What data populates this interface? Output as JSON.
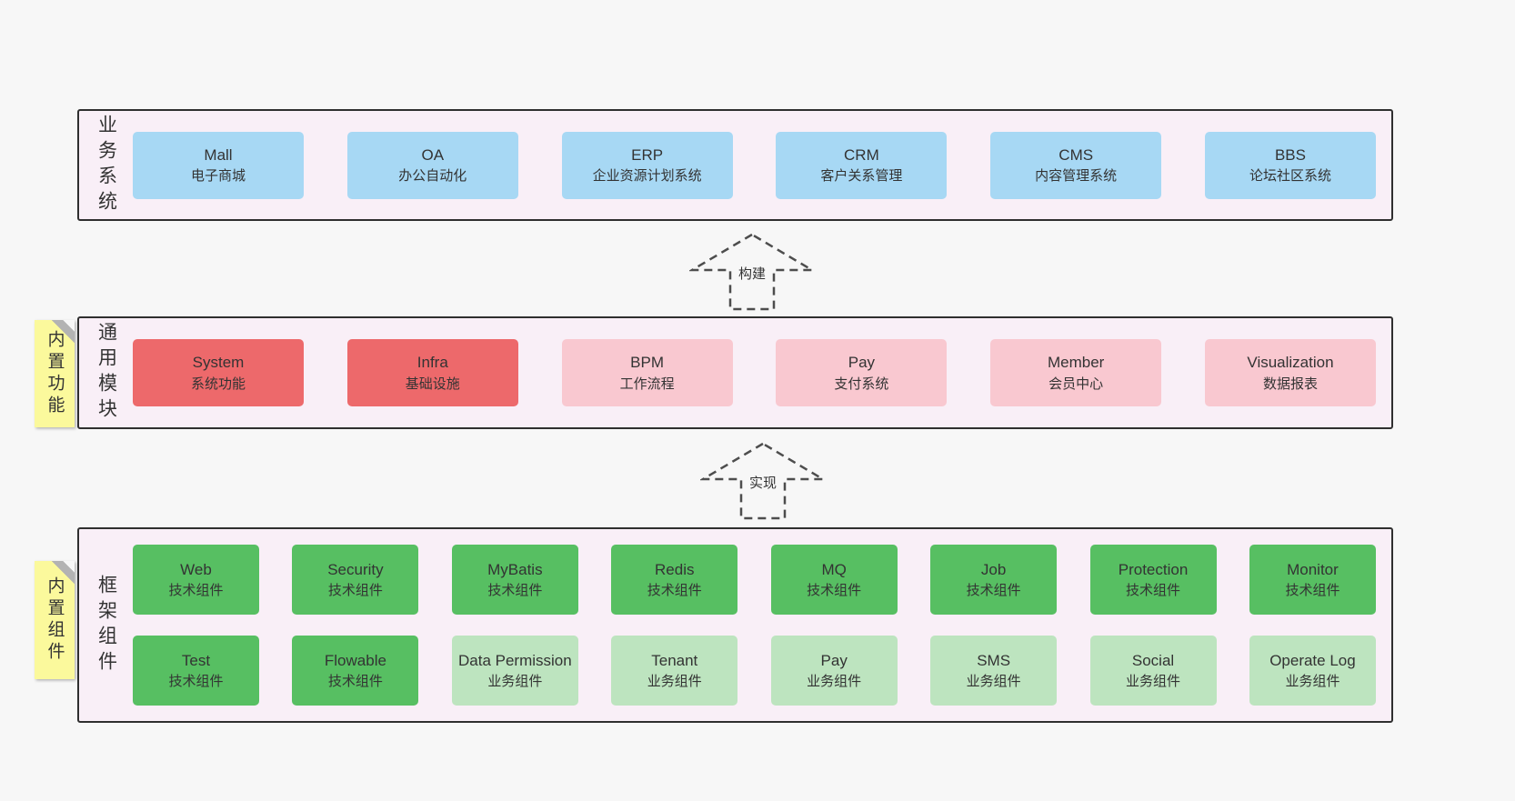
{
  "diagram": {
    "arrows": {
      "build": "构建",
      "implement": "实现"
    },
    "business": {
      "side_label": "业务系统",
      "items": [
        {
          "title": "Mall",
          "subtitle": "电子商城"
        },
        {
          "title": "OA",
          "subtitle": "办公自动化"
        },
        {
          "title": "ERP",
          "subtitle": "企业资源计划系统"
        },
        {
          "title": "CRM",
          "subtitle": "客户关系管理"
        },
        {
          "title": "CMS",
          "subtitle": "内容管理系统"
        },
        {
          "title": "BBS",
          "subtitle": "论坛社区系统"
        }
      ]
    },
    "modules": {
      "side_label": "通用模块",
      "sticky": "内置功能",
      "items": [
        {
          "title": "System",
          "subtitle": "系统功能"
        },
        {
          "title": "Infra",
          "subtitle": "基础设施"
        },
        {
          "title": "BPM",
          "subtitle": "工作流程"
        },
        {
          "title": "Pay",
          "subtitle": "支付系统"
        },
        {
          "title": "Member",
          "subtitle": "会员中心"
        },
        {
          "title": "Visualization",
          "subtitle": "数据报表"
        }
      ]
    },
    "components": {
      "side_label": "框架组件",
      "sticky": "内置组件",
      "row1": [
        {
          "title": "Web",
          "subtitle": "技术组件"
        },
        {
          "title": "Security",
          "subtitle": "技术组件"
        },
        {
          "title": "MyBatis",
          "subtitle": "技术组件"
        },
        {
          "title": "Redis",
          "subtitle": "技术组件"
        },
        {
          "title": "MQ",
          "subtitle": "技术组件"
        },
        {
          "title": "Job",
          "subtitle": "技术组件"
        },
        {
          "title": "Protection",
          "subtitle": "技术组件"
        },
        {
          "title": "Monitor",
          "subtitle": "技术组件"
        }
      ],
      "row2": [
        {
          "title": "Test",
          "subtitle": "技术组件"
        },
        {
          "title": "Flowable",
          "subtitle": "技术组件"
        },
        {
          "title": "Data Permission",
          "subtitle": "业务组件"
        },
        {
          "title": "Tenant",
          "subtitle": "业务组件"
        },
        {
          "title": "Pay",
          "subtitle": "业务组件"
        },
        {
          "title": "SMS",
          "subtitle": "业务组件"
        },
        {
          "title": "Social",
          "subtitle": "业务组件"
        },
        {
          "title": "Operate Log",
          "subtitle": "业务组件"
        }
      ]
    },
    "colors": {
      "page_bg": "#f7f7f7",
      "band_bg": "#f9eff7",
      "band_border": "#2f2f2f",
      "blue": "#a7d8f4",
      "red": "#ed696b",
      "pink": "#f9c8d0",
      "green_dark": "#57bf62",
      "green_light": "#bde4bf",
      "sticky_yellow": "#fbf99c"
    }
  }
}
